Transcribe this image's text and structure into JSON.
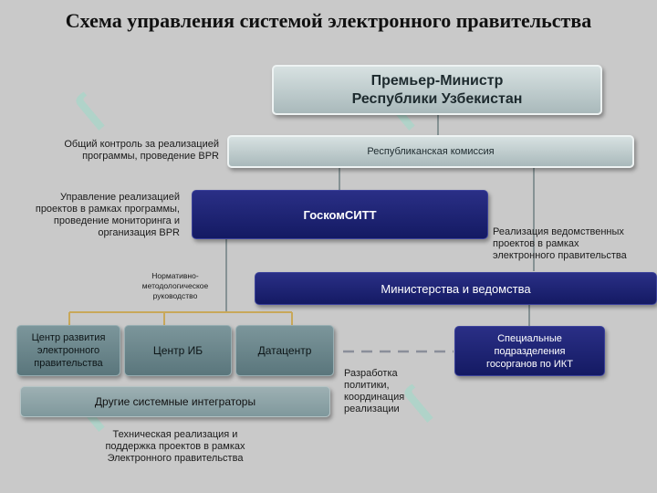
{
  "title": "Схема управления системой электронного правительства",
  "boxes": {
    "prime_minister": "Премьер-Министр\nРеспублики Узбекистан",
    "commission": "Республиканская комиссия",
    "goskomsitt": "ГоскомСИТТ",
    "ministries": "Министерства и ведомства",
    "egov_center": "Центр развития\nэлектронного\nправительства",
    "ib_center": "Центр ИБ",
    "datacenter": "Датацентр",
    "special_units": "Специальные\nподразделения\nгосорганов по ИКТ",
    "integrators": "Другие системные интеграторы"
  },
  "notes": {
    "control": "Общий контроль за реализацией\nпрограммы, проведение BPR",
    "management": "Управление реализацией\nпроектов в рамках программы,\nпроведение мониторинга и\nорганизация BPR",
    "departmental": "Реализация ведомственных\nпроектов в рамках\nэлектронного правительства",
    "normative": "Нормативно-\nметодологическое\nруководство",
    "development": "Разработка\nполитики,\nкоординация\nреализации",
    "technical": "Техническая реализация и\nподдержка проектов в рамках\nЭлектронного правительства"
  },
  "colors": {
    "navy": "#1a1f6e",
    "teal": "#6b868b",
    "connector_gold": "#c8a85a",
    "connector_gray": "#6f7f82"
  }
}
